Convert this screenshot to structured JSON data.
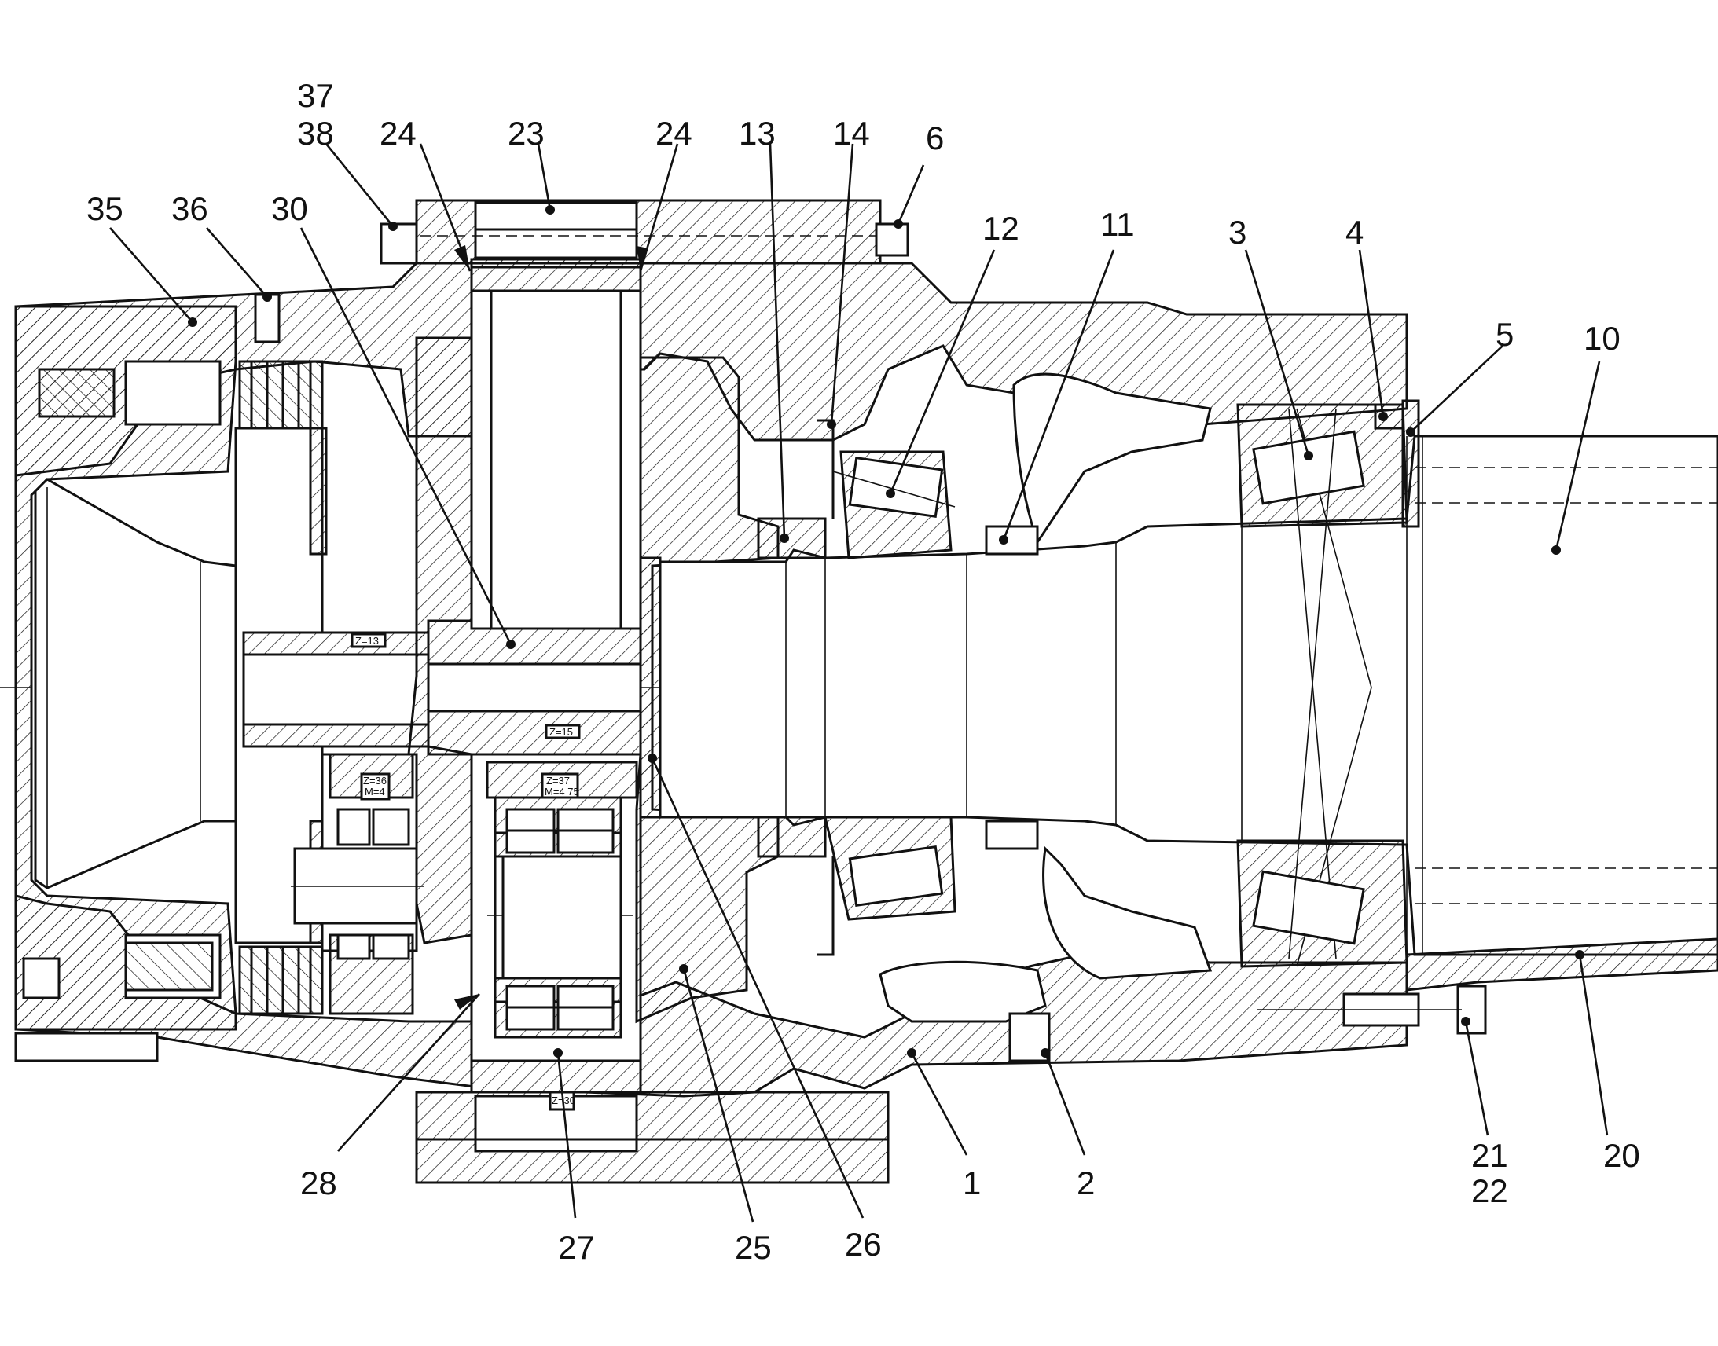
{
  "labels": {
    "l37": "37",
    "l38": "38",
    "l24a": "24",
    "l23": "23",
    "l24b": "24",
    "l13": "13",
    "l14": "14",
    "l6": "6",
    "l12": "12",
    "l11": "11",
    "l3": "3",
    "l4": "4",
    "l5": "5",
    "l10": "10",
    "l35": "35",
    "l36": "36",
    "l30": "30",
    "l28": "28",
    "l27": "27",
    "l25": "25",
    "l26": "26",
    "l1": "1",
    "l2": "2",
    "l21": "21",
    "l22": "22",
    "l20": "20"
  },
  "gear_marks": {
    "z13": "Z=13",
    "z15": "Z=15",
    "z36": "Z=36",
    "m4": "M=4",
    "z37": "Z=37",
    "m475": "M=4 75",
    "z30": "Z=30"
  }
}
